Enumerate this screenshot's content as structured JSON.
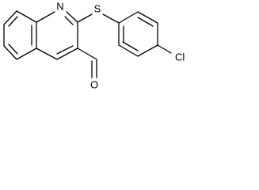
{
  "molecule": {
    "atoms": {
      "nitrogen": "N",
      "sulfur": "S",
      "chlorine": "Cl",
      "oxygen": "O"
    }
  }
}
